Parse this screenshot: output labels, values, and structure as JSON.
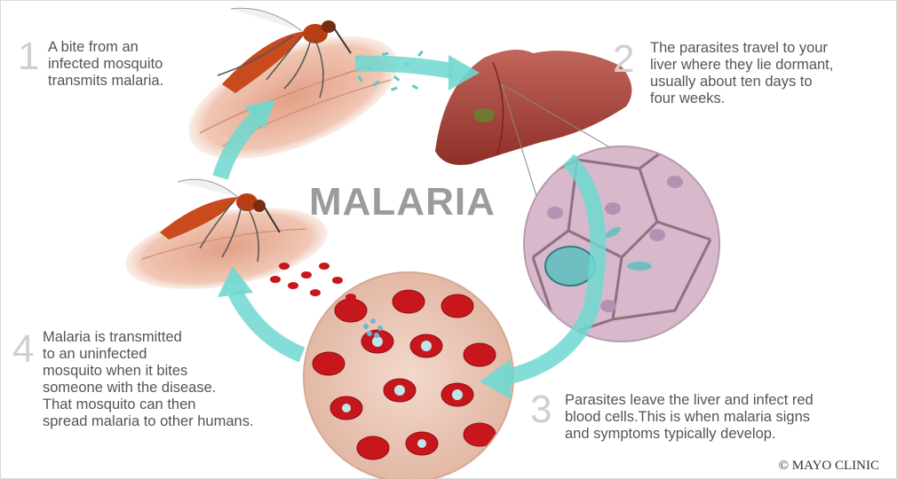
{
  "title": "MALARIA",
  "steps": [
    {
      "number": "1",
      "lines": [
        "A bite from an",
        "infected mosquito",
        "transmits malaria."
      ]
    },
    {
      "number": "2",
      "lines": [
        "The parasites travel to your",
        "liver where they lie dormant,",
        "usually about ten days to",
        "four weeks."
      ]
    },
    {
      "number": "3",
      "lines": [
        "Parasites leave the liver and infect red",
        "blood cells.This is when malaria signs",
        "and symptoms typically develop."
      ]
    },
    {
      "number": "4",
      "lines": [
        "Malaria is transmitted",
        "to an uninfected",
        "mosquito when it bites",
        "someone with the disease.",
        "That mosquito can then",
        "spread malaria to other humans."
      ]
    }
  ],
  "credit": "© MAYO CLINIC",
  "colors": {
    "arrow": "#6fd8d0",
    "blood": "#c8161d",
    "liver": "#a8453c",
    "skin": "#e9b8a3",
    "mosquito": "#c1441c"
  }
}
